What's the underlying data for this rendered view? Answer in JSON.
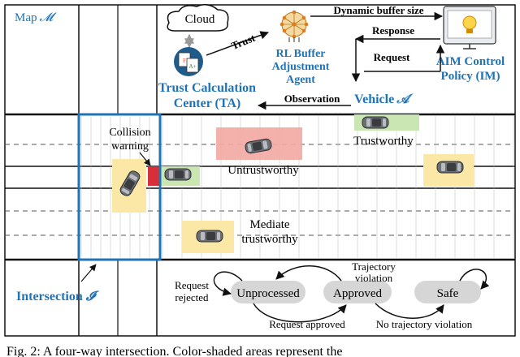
{
  "figure": {
    "map_label": "Map",
    "map_symbol": "𝓜",
    "cloud_label": "Cloud",
    "trust_arrow_label": "Trust",
    "rl_agent_label": [
      "RL Buffer",
      "Adjustment",
      "Agent"
    ],
    "dynamic_buffer_label": "Dynamic buffer size",
    "response_label": "Response",
    "request_label": "Request",
    "aim_label": [
      "AIM Control",
      "Policy (IM)"
    ],
    "trust_center_label": [
      "Trust Calculation",
      "Center (TA)"
    ],
    "observation_label": "Observation",
    "vehicle_label": "Vehicle",
    "vehicle_symbol": "𝒜",
    "collision_label": [
      "Collision",
      "warning"
    ],
    "trustworthy_label": "Trustworthy",
    "untrustworthy_label": "Untrustworthy",
    "mediate_label": [
      "Mediate",
      "trustworthy"
    ],
    "intersection_label": "Intersection",
    "intersection_symbol": "𝓘",
    "state_unprocessed": "Unprocessed",
    "state_approved": "Approved",
    "state_safe": "Safe",
    "request_rejected_label": [
      "Request",
      "rejected"
    ],
    "trajectory_violation_label": [
      "Trajectory",
      "violation"
    ],
    "request_approved_label": "Request approved",
    "no_violation_label": "No trajectory violation",
    "caption": "Fig. 2: A four-way intersection. Color-shaded areas represent the"
  },
  "colors": {
    "accent_blue": "#1f73b7",
    "trustworthy_green": "#c9e6b3",
    "untrustworthy_red": "#f3a8a3",
    "mediate_yellow": "#fbe7a6",
    "collision_red": "#d62f3a",
    "state_gray": "#d6d6d6",
    "grid_line": "#b9b9b9"
  }
}
